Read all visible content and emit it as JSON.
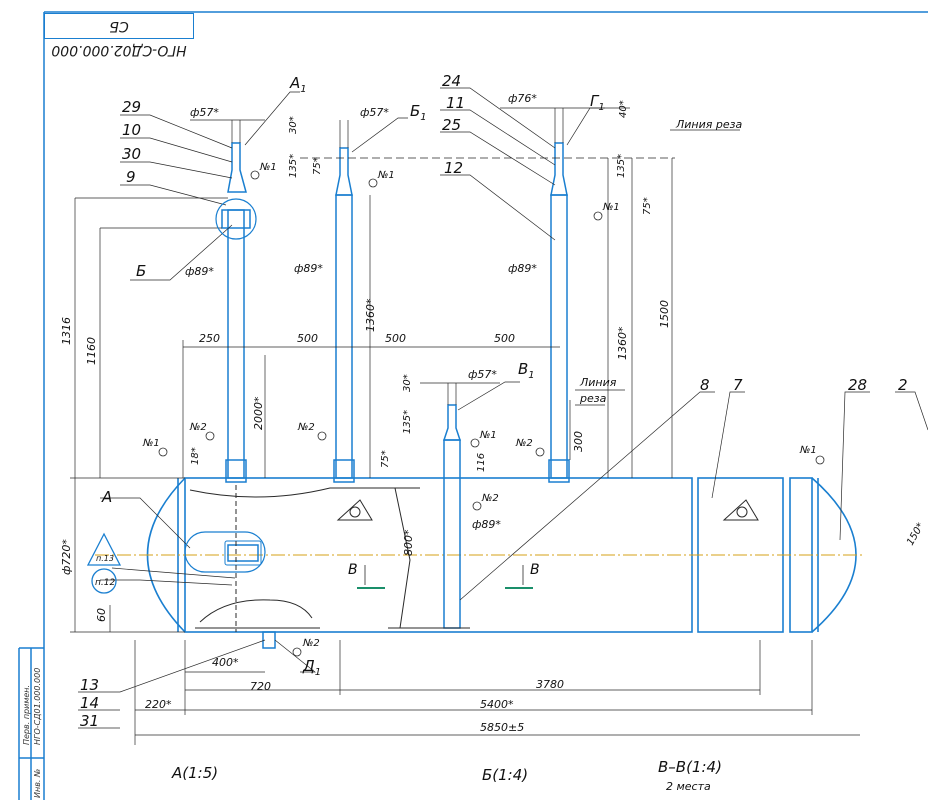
{
  "stamp": "НГО-СД02.000.000 СБ",
  "side_text": [
    "Перв. примен.",
    "НГО-СД01.000.000",
    "Инв. №"
  ],
  "callouts": {
    "c29": "29",
    "c10": "10",
    "c30": "30",
    "c9": "9",
    "c24": "24",
    "c11": "11",
    "c25": "25",
    "c12": "12",
    "c8": "8",
    "c7": "7",
    "c28": "28",
    "c2": "2",
    "c13": "13",
    "c14": "14",
    "c31": "31"
  },
  "views": {
    "A1": "А",
    "A1sub": "1",
    "B1": "Б",
    "B1sub": "1",
    "G1": "Г",
    "G1sub": "1",
    "V1": "В",
    "V1sub": "1",
    "D1": "Д",
    "D1sub": "1",
    "A": "А",
    "B": "Б",
    "V_left": "В",
    "V_right": "В",
    "view_a": "А(1:5)",
    "view_b": "Б(1:4)",
    "view_vv": "В–В(1:4)",
    "vv_places": "2 места"
  },
  "cut_line": "Линия реза",
  "cut_line_2a": "Линия",
  "cut_line_2b": "реза",
  "welds": {
    "n1": "№1",
    "n2": "№2"
  },
  "weld_marks": {
    "p13": "п.13",
    "p12": "п.12"
  },
  "dims": {
    "d57": "ф57*",
    "d76": "ф76*",
    "d89": "ф89*",
    "d720": "ф720*",
    "h30": "30*",
    "h40": "40*",
    "h135": "135*",
    "h75": "75*",
    "h1316": "1316",
    "h1160": "1160",
    "h1360": "1360*",
    "h1500": "1500",
    "h2000": "2000*",
    "h300": "300",
    "h116": "116",
    "h18": "18*",
    "h800": "800*",
    "h60": "60",
    "w250": "250",
    "w500": "500",
    "w400": "400*",
    "w720": "720",
    "w220": "220*",
    "w3780": "3780",
    "w5400": "5400*",
    "w5850": "5850±5",
    "a150": "150*"
  },
  "colors": {
    "blue": "#1a7fd0",
    "line": "#2a2a2a",
    "axis": "#d4a017",
    "green": "#1a8f6a"
  }
}
